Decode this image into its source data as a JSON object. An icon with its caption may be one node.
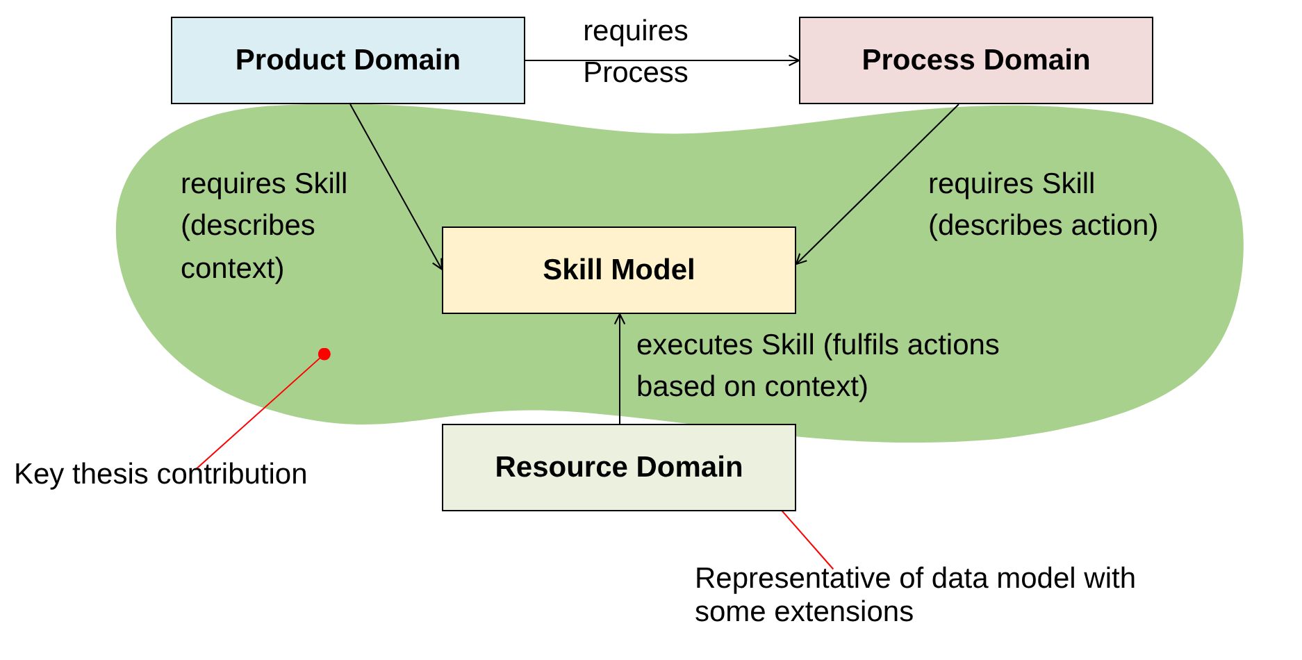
{
  "diagram": {
    "nodes": [
      {
        "text": [
          "Product Domain"
        ]
      },
      {
        "text": [
          "Process Domain"
        ]
      },
      {
        "text": [],
        "shape": "cloud"
      },
      {
        "text": [
          "Skill Model"
        ],
        "in": 2
      },
      {
        "text": [
          "Resource Domain"
        ]
      },
      {
        "text": [
          "Key thesis contribution"
        ]
      },
      {
        "text": [
          "Representative of data model with some extensions"
        ]
      }
    ],
    "edges": [
      {
        "from": 0,
        "to": 1,
        "arrow": "to",
        "label": "requires Process"
      },
      {
        "from": 0,
        "to": 3,
        "arrow": "to",
        "label": "requires Skill (describes context)"
      },
      {
        "from": 1,
        "to": 3,
        "arrow": "to",
        "label": "requires Skill (describes action)"
      },
      {
        "from": 4,
        "to": 3,
        "arrow": "to",
        "label": "executes Skill (fulfils actions based on context)"
      },
      {
        "from": 5,
        "to": 2,
        "arrow": "other",
        "color": "#ff0000"
      },
      {
        "from": 6,
        "to": 4,
        "arrow": "other",
        "color": "#ff0000"
      }
    ]
  }
}
